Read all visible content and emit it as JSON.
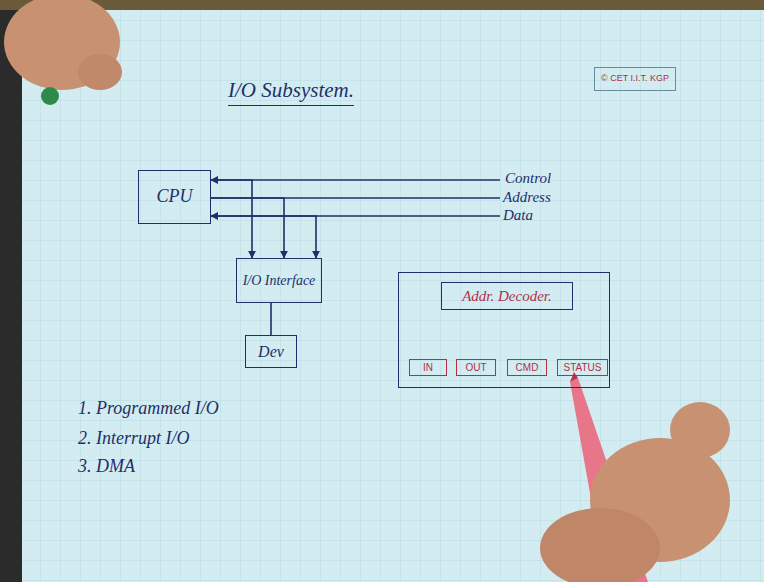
{
  "diagram": {
    "title": "I/O Subsystem.",
    "nodes": [
      {
        "text": [
          "© CET I.I.T. KGP"
        ]
      },
      {
        "text": [
          "CPU"
        ]
      },
      {
        "text": [
          "I/O Interface"
        ]
      },
      {
        "text": [
          "Dev"
        ]
      },
      {
        "text": []
      },
      {
        "text": [
          "Addr. Decoder."
        ],
        "in": 4
      },
      {
        "text": [
          "IN"
        ],
        "in": 4
      },
      {
        "text": [
          "OUT"
        ],
        "in": 4
      },
      {
        "text": [
          "CMD"
        ],
        "in": 4
      },
      {
        "text": [
          "STATUS"
        ],
        "in": 4
      }
    ],
    "edges": [
      {
        "from": 1,
        "to": 2,
        "arrow": "both"
      },
      {
        "from": 1,
        "to": 2,
        "arrow": "to"
      },
      {
        "from": 1,
        "to": 2,
        "arrow": "both"
      },
      {
        "from": 2,
        "to": 3,
        "arrow": "none"
      }
    ],
    "labels": [
      "Control",
      "Address",
      "Data",
      "1. Programmed I/O",
      "2. Interrupt I/O",
      "3. DMA"
    ]
  }
}
